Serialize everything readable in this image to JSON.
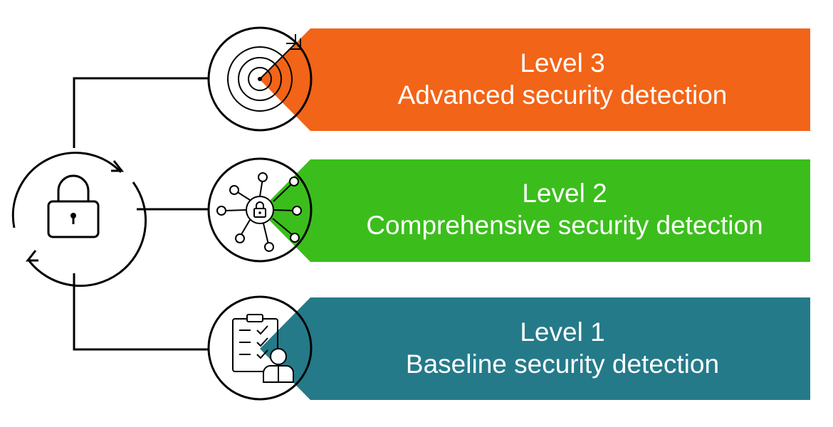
{
  "levels": [
    {
      "title": "Level 3",
      "subtitle": "Advanced security detection",
      "color": "#F26418",
      "icon": "target-icon"
    },
    {
      "title": "Level 2",
      "subtitle": "Comprehensive security detection",
      "color": "#3BBE1C",
      "icon": "network-lock-icon"
    },
    {
      "title": "Level 1",
      "subtitle": "Baseline security detection",
      "color": "#247A89",
      "icon": "checklist-person-icon"
    }
  ],
  "center_icon": "lock-refresh-icon",
  "line_color": "#000000"
}
